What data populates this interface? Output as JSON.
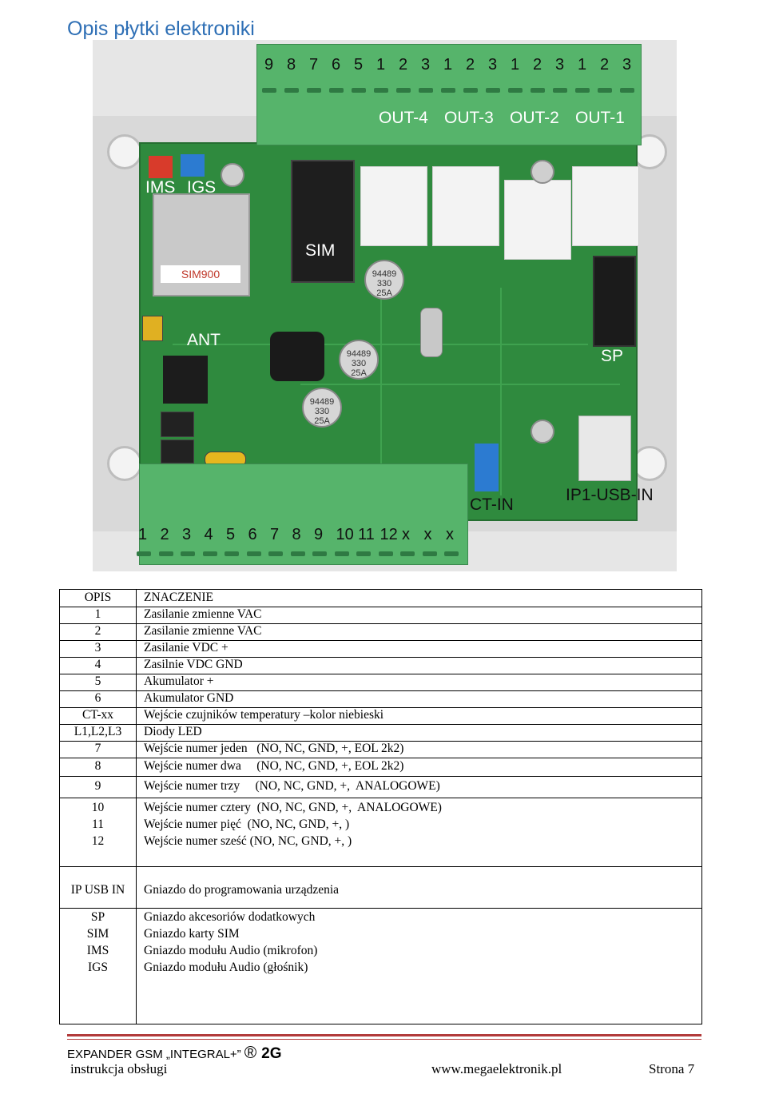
{
  "page_title": "Opis płytki elektroniki",
  "photo": {
    "top_terminal_numbers": [
      "9",
      "8",
      "7",
      "6",
      "5",
      "1",
      "2",
      "3",
      "1",
      "2",
      "3",
      "1",
      "2",
      "3",
      "1",
      "2",
      "3"
    ],
    "output_labels": [
      "OUT-4",
      "OUT-3",
      "OUT-2",
      "OUT-1"
    ],
    "bottom_terminal_numbers": [
      "1",
      "2",
      "3",
      "4",
      "5",
      "6",
      "7",
      "8",
      "9",
      "10",
      "11",
      "12",
      "x",
      "x",
      "x"
    ],
    "labels": {
      "ims": "IMS",
      "igs": "IGS",
      "sim": "SIM",
      "ant": "ANT",
      "sp": "SP",
      "ct_in": "CT-IN",
      "usb_in": "IP1-USB-IN",
      "module": "SIM900",
      "cap_text": "94489\n330\n25A"
    }
  },
  "table": {
    "header": {
      "col1": "OPIS",
      "col2": "ZNACZENIE"
    },
    "rows": [
      {
        "c1": "1",
        "c2": "Zasilanie zmienne VAC"
      },
      {
        "c1": "2",
        "c2": "Zasilanie zmienne VAC"
      },
      {
        "c1": "3",
        "c2": "Zasilanie VDC +"
      },
      {
        "c1": "4",
        "c2": "Zasilnie VDC GND"
      },
      {
        "c1": "5",
        "c2": "Akumulator +"
      },
      {
        "c1": "6",
        "c2": "Akumulator GND"
      },
      {
        "c1": "CT-xx",
        "c2": "Wejście czujników temperatury –kolor niebieski"
      },
      {
        "c1": "L1,L2,L3",
        "c2": "Diody LED"
      },
      {
        "c1": "7",
        "c2": "Wejście numer jeden   (NO, NC, GND, +, EOL 2k2)"
      },
      {
        "c1": "8",
        "c2": "Wejście numer dwa     (NO, NC, GND, +, EOL 2k2)"
      },
      {
        "c1": "9",
        "c2": "Wejście numer trzy     (NO, NC, GND, +,  ANALOGOWE)"
      },
      {
        "c1": "10",
        "c2": "Wejście numer cztery  (NO, NC, GND, +,  ANALOGOWE)"
      },
      {
        "c1": "11",
        "c2": "Wejście numer pięć  (NO, NC, GND, +, )"
      },
      {
        "c1": "12",
        "c2": "Wejście numer sześć (NO, NC, GND, +, )"
      },
      {
        "c1": "IP USB IN",
        "c2": "Gniazdo do programowania urządzenia"
      },
      {
        "c1": "SP",
        "c2": "Gniazdo akcesoriów dodatkowych"
      },
      {
        "c1": "SIM",
        "c2": "Gniazdo karty SIM"
      },
      {
        "c1": "IMS",
        "c2": "Gniazdo modułu Audio (mikrofon)"
      },
      {
        "c1": "IGS",
        "c2": "Gniazdo modułu Audio (głośnik)"
      }
    ]
  },
  "footer": {
    "product": "EXPANDER GSM „INTEGRAL+”",
    "registered": "®",
    "generation": "2G",
    "subtitle": "instrukcja obsługi",
    "url": "www.megaelektronik.pl",
    "page": "Strona 7"
  },
  "colors": {
    "title": "#2e6fb5",
    "footer_rule": "#b23a3a",
    "pcb": "#2f8a3e",
    "terminal": "#56b46b"
  }
}
